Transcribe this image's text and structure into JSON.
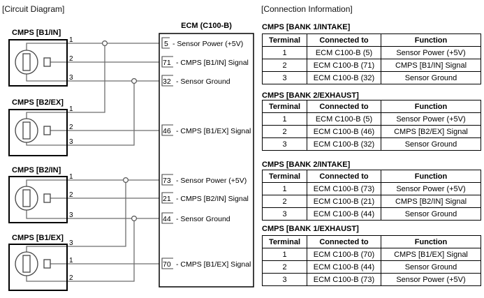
{
  "page": {
    "circuit_title": "[Circuit Diagram]",
    "connection_title": "[Connection Information]"
  },
  "circuit": {
    "ecm": {
      "title": "ECM (C100-B)",
      "pins": [
        {
          "num": "5",
          "label": "- Sensor Power (+5V)"
        },
        {
          "num": "71",
          "label": "- CMPS [B1/IN] Signal"
        },
        {
          "num": "32",
          "label": "- Sensor Ground"
        },
        {
          "num": "46",
          "label": "- CMPS [B1/EX] Signal"
        },
        {
          "num": "73",
          "label": "- Sensor Power (+5V)"
        },
        {
          "num": "21",
          "label": "- CMPS [B2/IN] Signal"
        },
        {
          "num": "44",
          "label": "- Sensor Ground"
        },
        {
          "num": "70",
          "label": "- CMPS [B1/EX] Signal"
        }
      ]
    },
    "connectors": [
      {
        "label": "CMPS [B1/IN]",
        "pins": [
          "1",
          "2",
          "3"
        ]
      },
      {
        "label": "CMPS [B2/EX]",
        "pins": [
          "1",
          "2",
          "3"
        ]
      },
      {
        "label": "CMPS [B2/IN]",
        "pins": [
          "1",
          "2",
          "3"
        ]
      },
      {
        "label": "CMPS [B1/EX]",
        "pins": [
          "3",
          "1",
          "2"
        ]
      }
    ]
  },
  "tables": [
    {
      "heading": "CMPS [BANK 1/INTAKE]",
      "headers": [
        "Terminal",
        "Connected to",
        "Function"
      ],
      "rows": [
        [
          "1",
          "ECM C100-B (5)",
          "Sensor Power (+5V)"
        ],
        [
          "2",
          "ECM C100-B (71)",
          "CMPS [B1/IN] Signal"
        ],
        [
          "3",
          "ECM C100-B (32)",
          "Sensor Ground"
        ]
      ]
    },
    {
      "heading": "CMPS [BANK 2/EXHAUST]",
      "headers": [
        "Terminal",
        "Connected to",
        "Function"
      ],
      "rows": [
        [
          "1",
          "ECM C100-B (5)",
          "Sensor Power (+5V)"
        ],
        [
          "2",
          "ECM C100-B (46)",
          "CMPS [B2/EX] Signal"
        ],
        [
          "3",
          "ECM C100-B (32)",
          "Sensor Ground"
        ]
      ]
    },
    {
      "heading": "CMPS [BANK 2/INTAKE]",
      "headers": [
        "Terminal",
        "Connected to",
        "Function"
      ],
      "rows": [
        [
          "1",
          "ECM C100-B (73)",
          "Sensor Power (+5V)"
        ],
        [
          "2",
          "ECM C100-B (21)",
          "CMPS [B2/IN] Signal"
        ],
        [
          "3",
          "ECM C100-B (44)",
          "Sensor Ground"
        ]
      ]
    },
    {
      "heading": "CMPS [BANK 1/EXHAUST]",
      "headers": [
        "Terminal",
        "Connected to",
        "Function"
      ],
      "rows": [
        [
          "1",
          "ECM C100-B (70)",
          "CMPS [B1/EX] Signal"
        ],
        [
          "2",
          "ECM C100-B (44)",
          "Sensor Ground"
        ],
        [
          "3",
          "ECM C100-B (73)",
          "Sensor Power (+5V)"
        ]
      ]
    }
  ]
}
